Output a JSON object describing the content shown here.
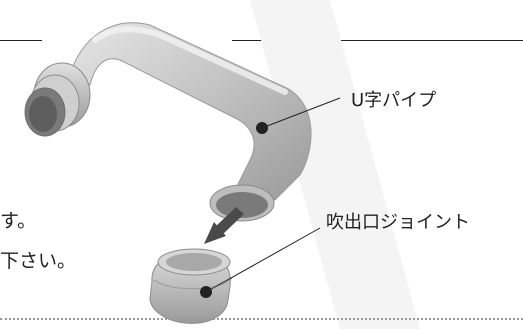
{
  "labels": {
    "u_pipe": "U字パイプ",
    "outlet_joint": "吹出口ジョイント"
  },
  "text_fragments": {
    "line1_tail": "す。",
    "line2_tail": "下さい。"
  },
  "colors": {
    "pipe_light": "#d9d9d9",
    "pipe_mid": "#b3b3b3",
    "pipe_dark": "#8c8c8c",
    "arrow": "#4a4a4a",
    "dot": "#222222",
    "rule": "#222222"
  }
}
